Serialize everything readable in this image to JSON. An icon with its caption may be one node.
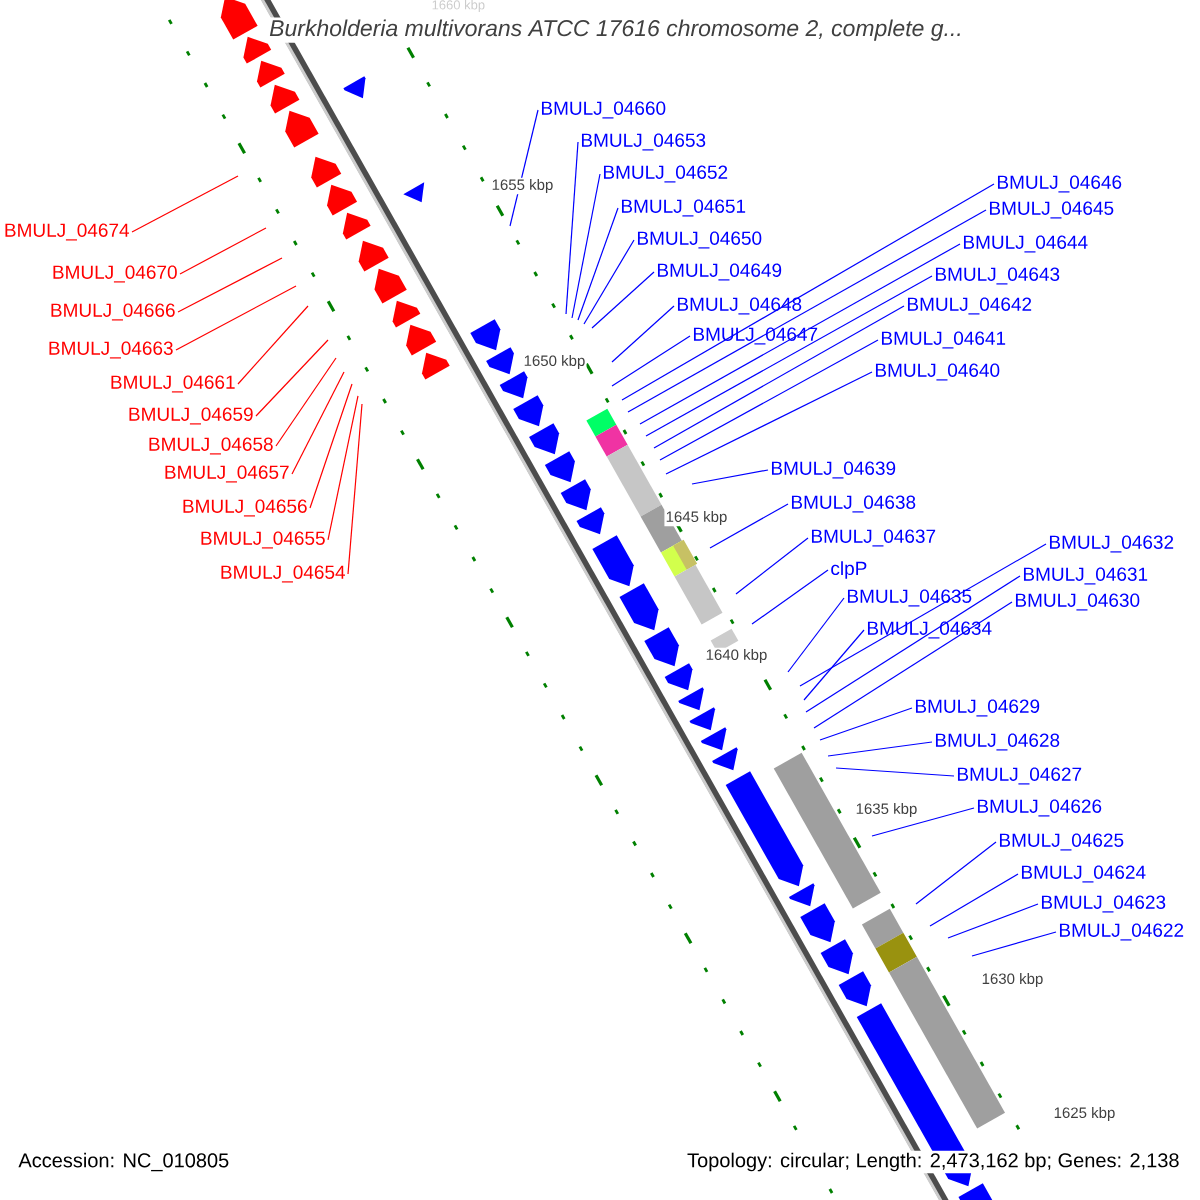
{
  "diagram": {
    "title": "Burkholderia multivorans ATCC 17616 chromosome 2, complete g...",
    "nodes": [
      {
        "text": [
          "BMULJ_04674"
        ]
      },
      {
        "text": [
          "BMULJ_04670"
        ]
      },
      {
        "text": [
          "BMULJ_04666"
        ]
      },
      {
        "text": [
          "BMULJ_04663"
        ]
      },
      {
        "text": [
          "BMULJ_04661"
        ]
      },
      {
        "text": [
          "BMULJ_04659"
        ]
      },
      {
        "text": [
          "BMULJ_04658"
        ]
      },
      {
        "text": [
          "BMULJ_04657"
        ]
      },
      {
        "text": [
          "BMULJ_04656"
        ]
      },
      {
        "text": [
          "BMULJ_04655"
        ]
      },
      {
        "text": [
          "BMULJ_04654"
        ]
      },
      {
        "text": [
          "BMULJ_04660"
        ]
      },
      {
        "text": [
          "BMULJ_04653"
        ]
      },
      {
        "text": [
          "BMULJ_04652"
        ]
      },
      {
        "text": [
          "BMULJ_04651"
        ]
      },
      {
        "text": [
          "BMULJ_04650"
        ]
      },
      {
        "text": [
          "BMULJ_04649"
        ]
      },
      {
        "text": [
          "BMULJ_04648"
        ]
      },
      {
        "text": [
          "BMULJ_04647"
        ]
      },
      {
        "text": [
          "BMULJ_04646"
        ]
      },
      {
        "text": [
          "BMULJ_04645"
        ]
      },
      {
        "text": [
          "BMULJ_04644"
        ]
      },
      {
        "text": [
          "BMULJ_04643"
        ]
      },
      {
        "text": [
          "BMULJ_04642"
        ]
      },
      {
        "text": [
          "BMULJ_04641"
        ]
      },
      {
        "text": [
          "BMULJ_04640"
        ]
      },
      {
        "text": [
          "BMULJ_04639"
        ]
      },
      {
        "text": [
          "BMULJ_04638"
        ]
      },
      {
        "text": [
          "BMULJ_04637"
        ]
      },
      {
        "text": [
          "clpP"
        ]
      },
      {
        "text": [
          "BMULJ_04635"
        ]
      },
      {
        "text": [
          "BMULJ_04634"
        ]
      },
      {
        "text": [
          "BMULJ_04632"
        ]
      },
      {
        "text": [
          "BMULJ_04631"
        ]
      },
      {
        "text": [
          "BMULJ_04630"
        ]
      },
      {
        "text": [
          "BMULJ_04629"
        ]
      },
      {
        "text": [
          "BMULJ_04628"
        ]
      },
      {
        "text": [
          "BMULJ_04627"
        ]
      },
      {
        "text": [
          "BMULJ_04626"
        ]
      },
      {
        "text": [
          "BMULJ_04625"
        ]
      },
      {
        "text": [
          "BMULJ_04624"
        ]
      },
      {
        "text": [
          "BMULJ_04623"
        ]
      },
      {
        "text": [
          "BMULJ_04622"
        ]
      }
    ],
    "edges": [
      {
        "from": 0,
        "to": null,
        "arrow": "none",
        "color": "#ff0000"
      },
      {
        "from": 1,
        "to": null,
        "arrow": "none",
        "color": "#ff0000"
      },
      {
        "from": 2,
        "to": null,
        "arrow": "none",
        "color": "#ff0000"
      },
      {
        "from": 3,
        "to": null,
        "arrow": "none",
        "color": "#ff0000"
      },
      {
        "from": 4,
        "to": null,
        "arrow": "none",
        "color": "#ff0000"
      },
      {
        "from": 5,
        "to": null,
        "arrow": "none",
        "color": "#ff0000"
      },
      {
        "from": 6,
        "to": null,
        "arrow": "none",
        "color": "#ff0000"
      },
      {
        "from": 7,
        "to": null,
        "arrow": "none",
        "color": "#ff0000"
      },
      {
        "from": 8,
        "to": null,
        "arrow": "none",
        "color": "#ff0000"
      },
      {
        "from": 9,
        "to": null,
        "arrow": "none",
        "color": "#ff0000"
      },
      {
        "from": 10,
        "to": null,
        "arrow": "none",
        "color": "#ff0000"
      },
      {
        "from": 11,
        "to": null,
        "arrow": "none"
      },
      {
        "from": 12,
        "to": null,
        "arrow": "none"
      },
      {
        "from": 13,
        "to": null,
        "arrow": "none"
      },
      {
        "from": 14,
        "to": null,
        "arrow": "none"
      },
      {
        "from": 15,
        "to": null,
        "arrow": "none"
      },
      {
        "from": 16,
        "to": null,
        "arrow": "none"
      },
      {
        "from": 17,
        "to": null,
        "arrow": "none"
      },
      {
        "from": 18,
        "to": null,
        "arrow": "none"
      },
      {
        "from": 19,
        "to": null,
        "arrow": "none"
      },
      {
        "from": 20,
        "to": null,
        "arrow": "none"
      },
      {
        "from": 21,
        "to": null,
        "arrow": "none"
      },
      {
        "from": 22,
        "to": null,
        "arrow": "none"
      },
      {
        "from": 23,
        "to": null,
        "arrow": "none"
      },
      {
        "from": 24,
        "to": null,
        "arrow": "none"
      },
      {
        "from": 25,
        "to": null,
        "arrow": "none"
      },
      {
        "from": 26,
        "to": null,
        "arrow": "none"
      },
      {
        "from": 27,
        "to": null,
        "arrow": "none"
      },
      {
        "from": 28,
        "to": null,
        "arrow": "none"
      },
      {
        "from": 29,
        "to": null,
        "arrow": "none"
      },
      {
        "from": 30,
        "to": null,
        "arrow": "none"
      },
      {
        "from": 31,
        "to": null,
        "arrow": "none"
      },
      {
        "from": 32,
        "to": null,
        "arrow": "none"
      },
      {
        "from": 33,
        "to": null,
        "arrow": "none"
      },
      {
        "from": 34,
        "to": null,
        "arrow": "none"
      },
      {
        "from": 35,
        "to": null,
        "arrow": "none"
      },
      {
        "from": 36,
        "to": null,
        "arrow": "none"
      },
      {
        "from": 37,
        "to": null,
        "arrow": "none"
      },
      {
        "from": 38,
        "to": null,
        "arrow": "none"
      },
      {
        "from": 39,
        "to": null,
        "arrow": "none"
      },
      {
        "from": 40,
        "to": null,
        "arrow": "none"
      },
      {
        "from": 41,
        "to": null,
        "arrow": "none"
      },
      {
        "from": 42,
        "to": null,
        "arrow": "none"
      }
    ],
    "labels": [
      "1660 kbp",
      "1655 kbp",
      "1650 kbp",
      "1645 kbp",
      "1640 kbp",
      "1635 kbp",
      "1630 kbp",
      "1625 kbp",
      "Accession: NC_010805",
      "Topology: circular; Length: 2,473,162 bp; Genes: 2,138"
    ]
  }
}
